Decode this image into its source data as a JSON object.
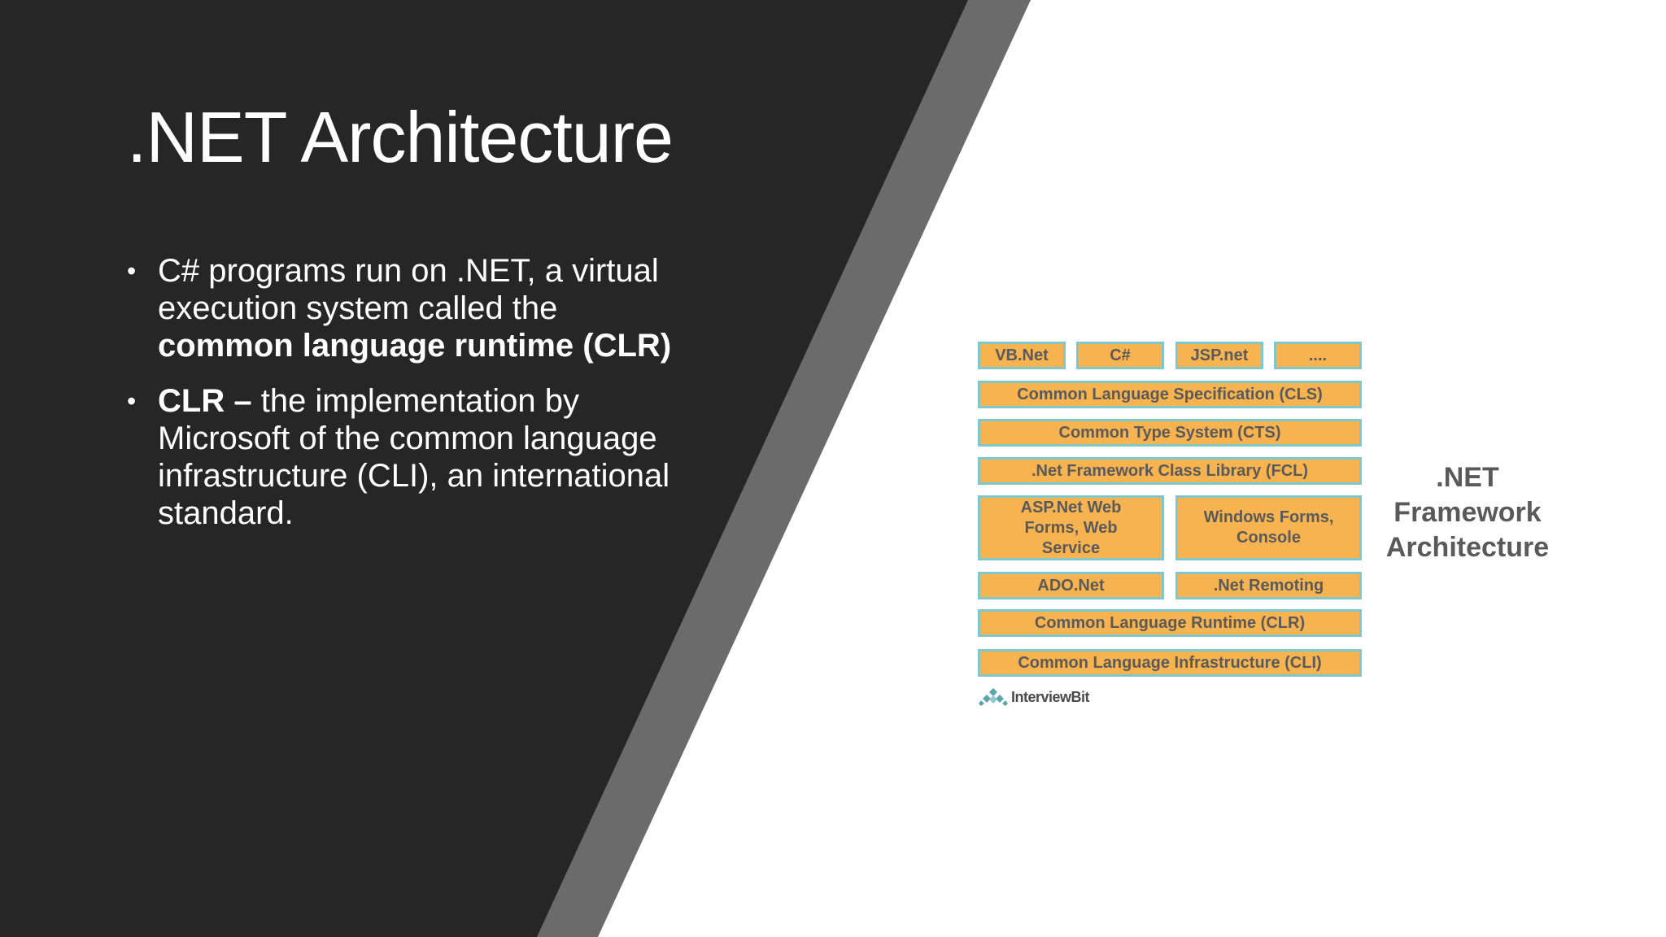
{
  "slide": {
    "title": ".NET Architecture",
    "bullets": [
      {
        "text_before": "C# programs run on .NET, a virtual execution system called the",
        "bold": "common language runtime (CLR)"
      },
      {
        "bold": "CLR –",
        "text_after": "the implementation by Microsoft of the common language infrastructure (CLI), an international standard."
      }
    ]
  },
  "diagram": {
    "languages": [
      "VB.Net",
      "C#",
      "JSP.net",
      "...."
    ],
    "cls": "Common Language Specification (CLS)",
    "cts": "Common Type System (CTS)",
    "fcl": ".Net Framework Class Library (FCL)",
    "web": "ASP.Net Web Forms, Web Service",
    "windows": "Windows Forms, Console",
    "ado": "ADO.Net",
    "remoting": ".Net Remoting",
    "clr": "Common Language Runtime (CLR)",
    "cli": "Common Language Infrastructure (CLI)",
    "caption": [
      ".NET",
      "Framework",
      "Architecture"
    ],
    "brand": "InterviewBit"
  },
  "colors": {
    "dark_panel": "#262626",
    "stripe": "#6b6b6b",
    "box_fill": "#f7b34f",
    "box_border": "#7ec8cc",
    "box_text": "#5a5a5a"
  }
}
